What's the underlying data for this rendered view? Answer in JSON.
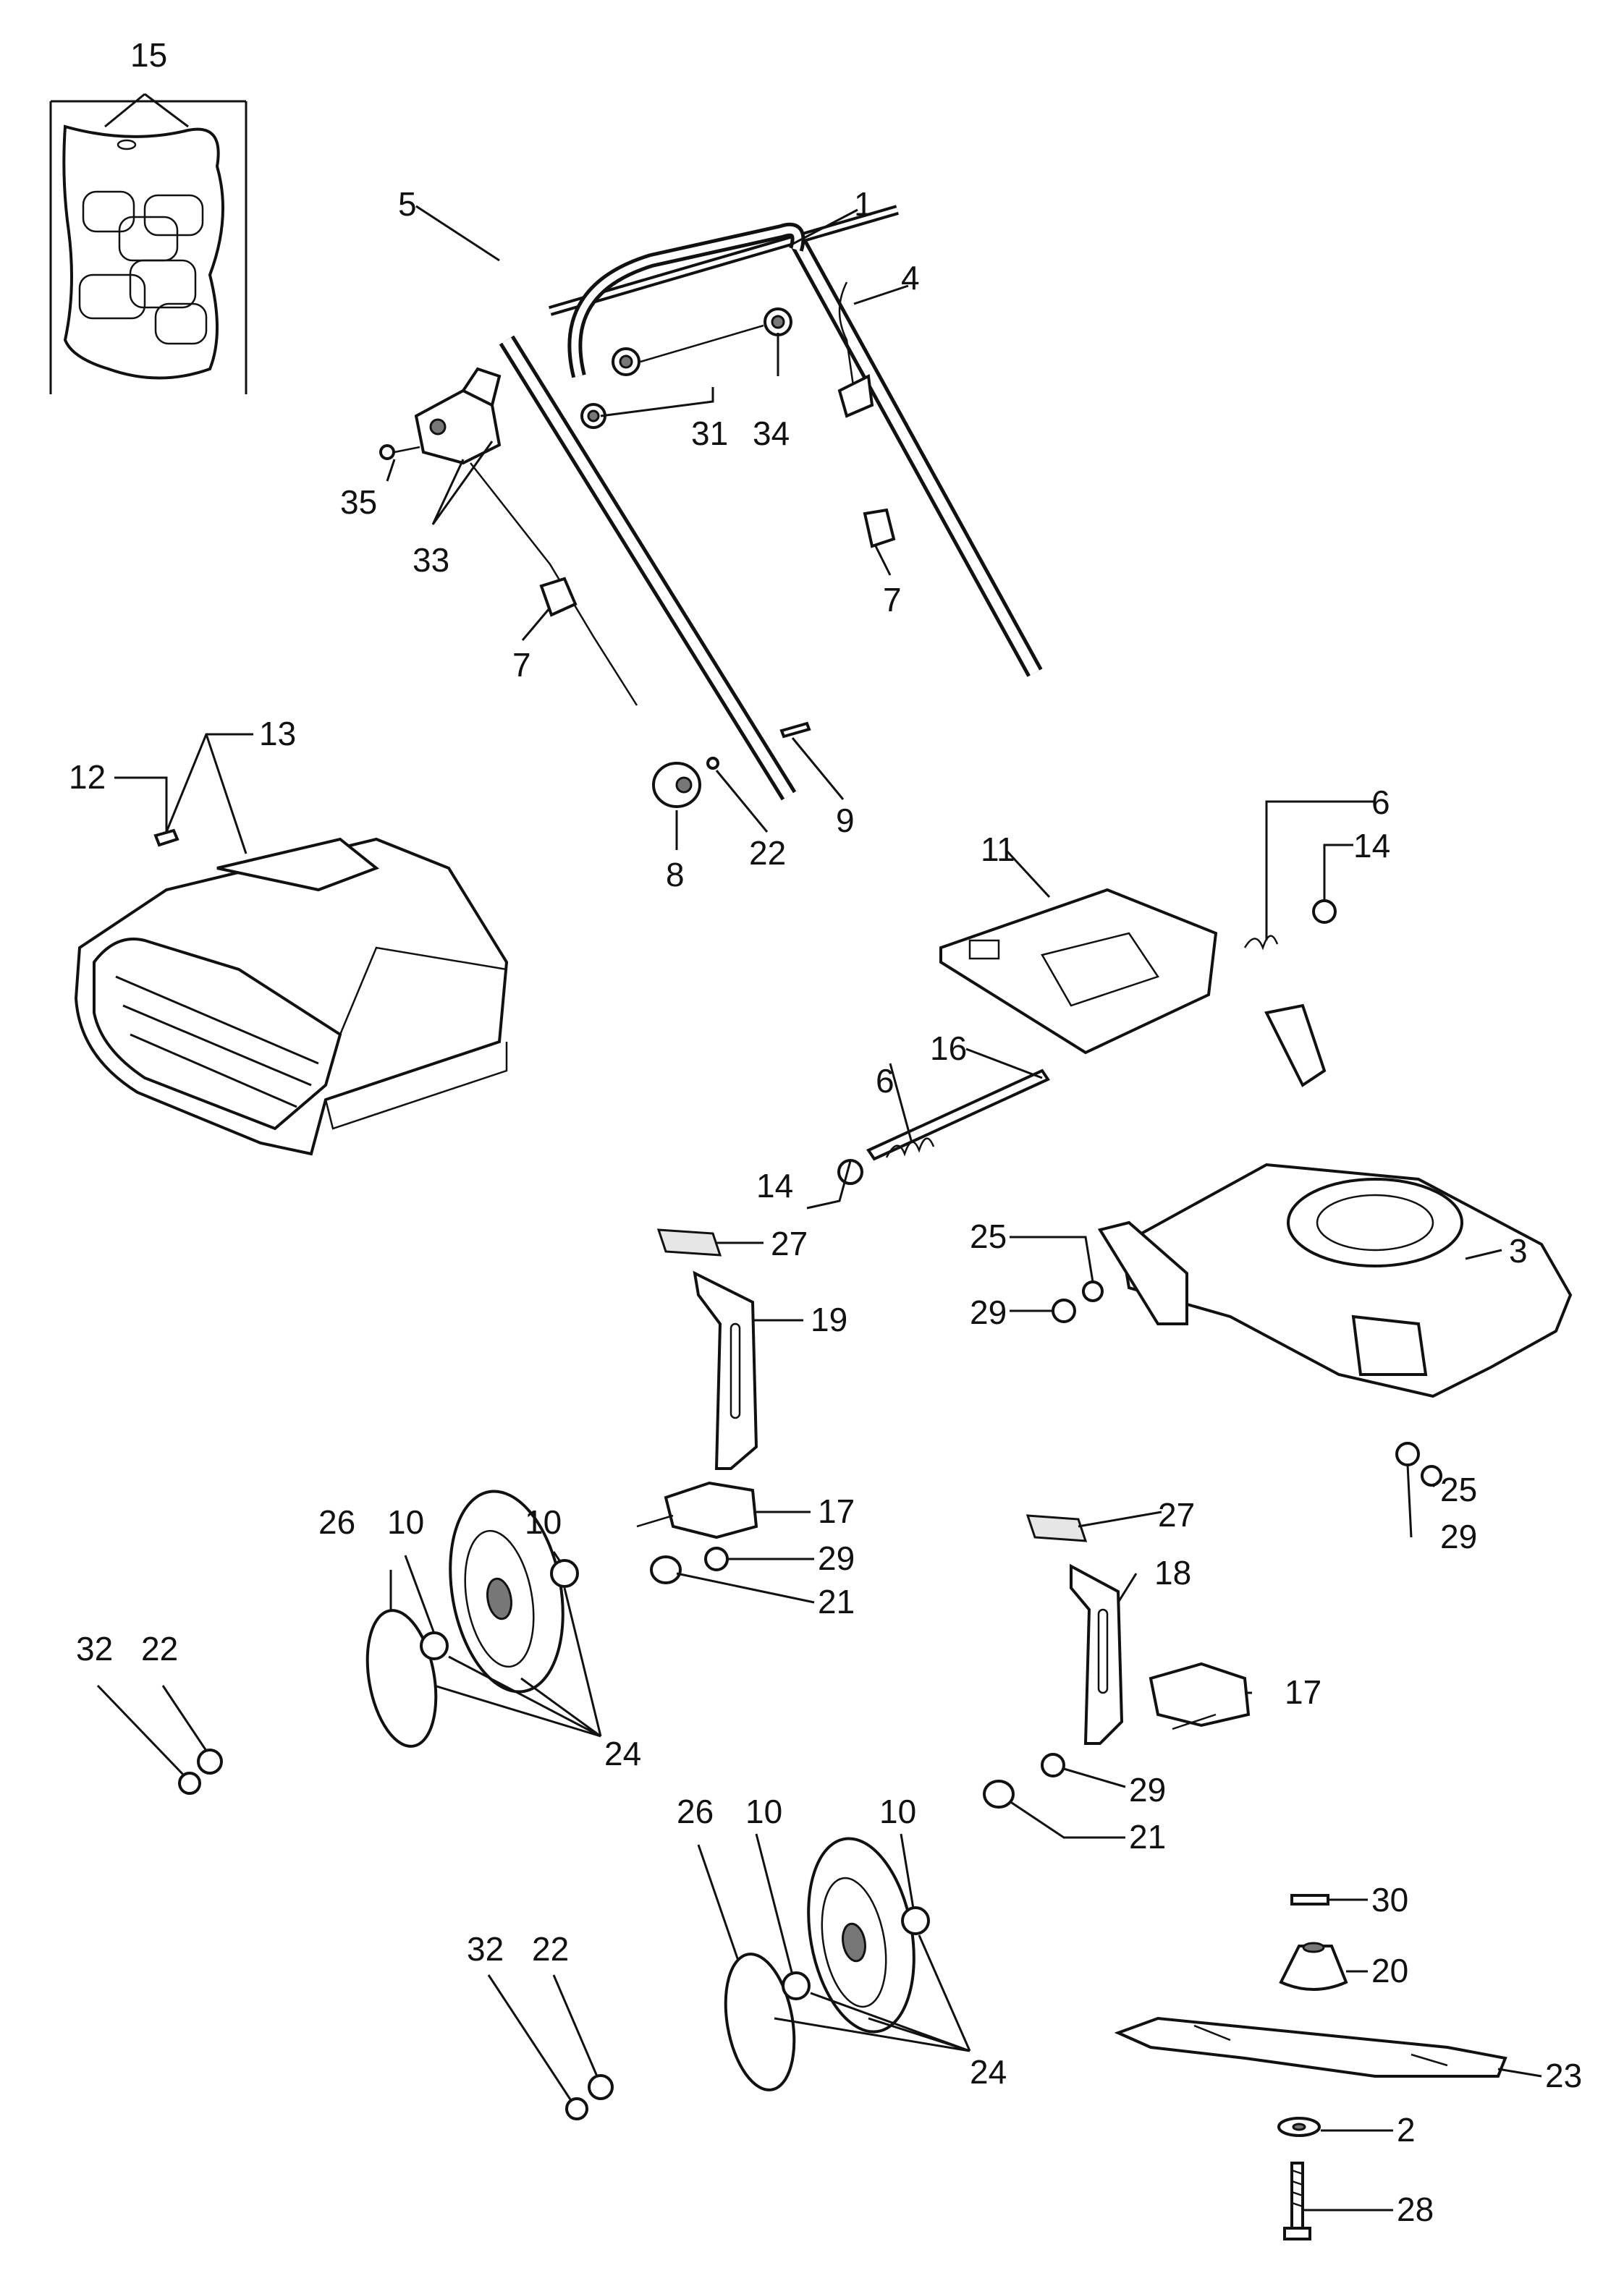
{
  "diagram": {
    "callouts": {
      "c1": "1",
      "c2": "2",
      "c3": "3",
      "c4": "4",
      "c5": "5",
      "c6a": "6",
      "c6b": "6",
      "c7a": "7",
      "c7b": "7",
      "c8": "8",
      "c9": "9",
      "c10a": "10",
      "c10b": "10",
      "c10c": "10",
      "c10d": "10",
      "c11": "11",
      "c12": "12",
      "c13": "13",
      "c14a": "14",
      "c14b": "14",
      "c15": "15",
      "c16": "16",
      "c17a": "17",
      "c17b": "17",
      "c18": "18",
      "c19": "19",
      "c20": "20",
      "c21a": "21",
      "c21b": "21",
      "c22a": "22",
      "c22b": "22",
      "c22c": "22",
      "c23": "23",
      "c24a": "24",
      "c24b": "24",
      "c25a": "25",
      "c25b": "25",
      "c26a": "26",
      "c26b": "26",
      "c27a": "27",
      "c27b": "27",
      "c28": "28",
      "c29a": "29",
      "c29b": "29",
      "c29c": "29",
      "c29d": "29",
      "c30": "30",
      "c31": "31",
      "c32a": "32",
      "c32b": "32",
      "c33": "33",
      "c34": "34",
      "c35": "35"
    }
  }
}
